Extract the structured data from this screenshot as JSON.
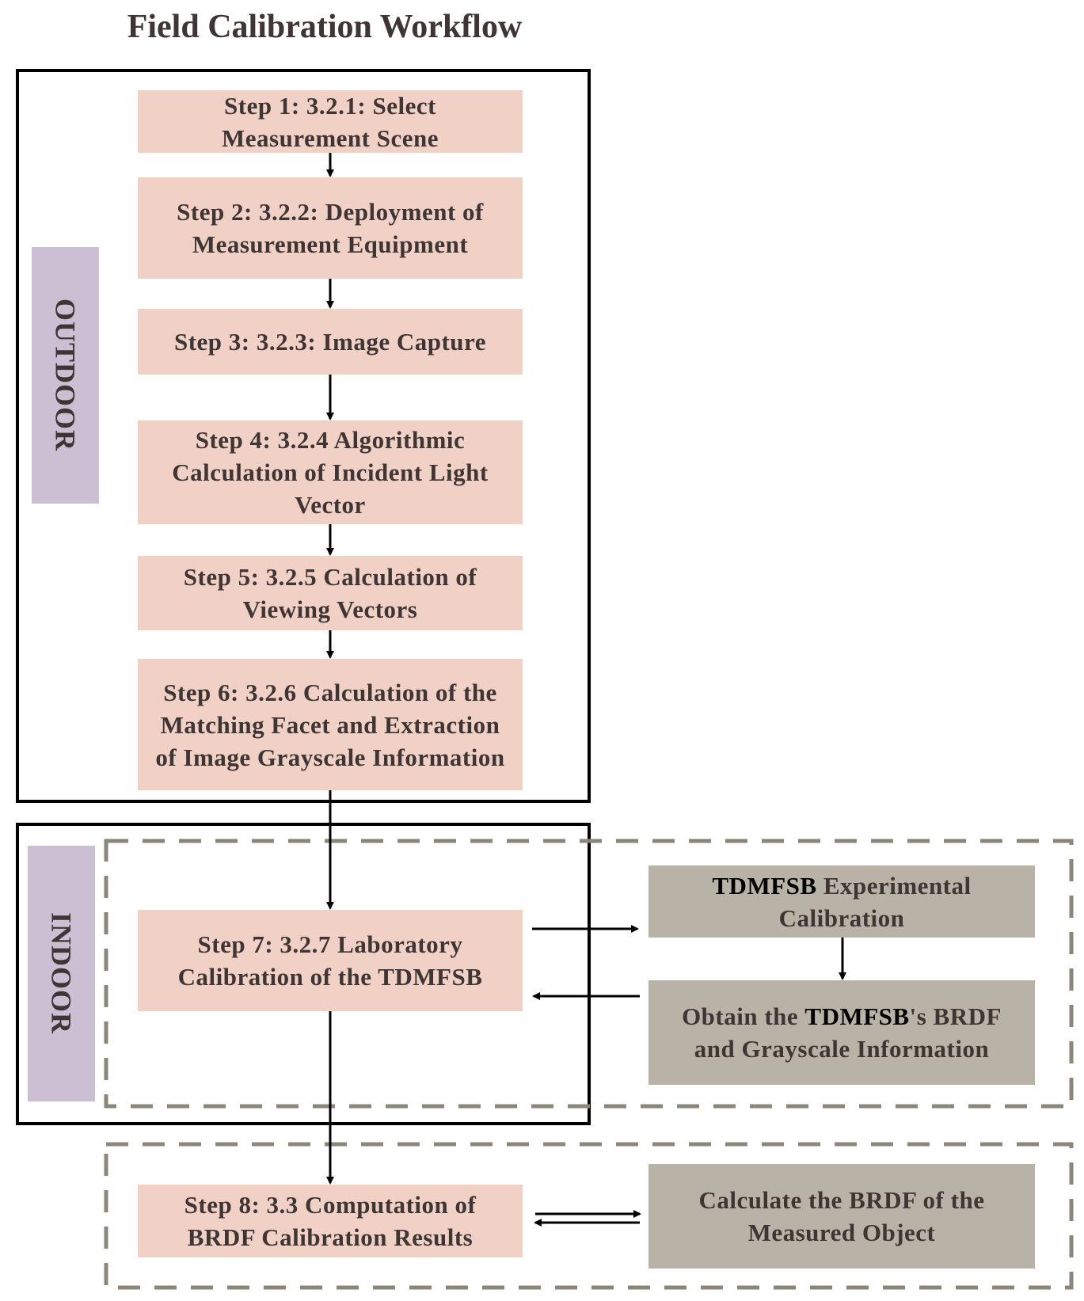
{
  "title": "Field Calibration Workflow",
  "outdoor_label": "OUTDOOR",
  "indoor_label": "INDOOR",
  "steps": [
    "Step 1: 3.2.1: Select Measurement Scene",
    "Step 2: 3.2.2: Deployment of Measurement Equipment",
    "Step 3: 3.2.3: Image Capture",
    "Step 4: 3.2.4 Algorithmic Calculation of Incident Light Vector",
    "Step 5: 3.2.5 Calculation of Viewing Vectors",
    "Step 6: 3.2.6 Calculation of the Matching Facet and Extraction of Image Grayscale Information",
    "Step 7: 3.2.7 Laboratory Calibration of the TDMFSB",
    "Step 8: 3.3 Computation of BRDF Calibration Results"
  ],
  "side_boxes": {
    "tdmfsb_cal_bold": "TDMFSB",
    "tdmfsb_cal_rest": " Experimental Calibration",
    "obtain_pre": "Obtain the ",
    "obtain_bold": "TDMFSB",
    "obtain_post": "'s BRDF and Grayscale Information",
    "calc_brdf": "Calculate the BRDF of the Measured Object"
  },
  "colors": {
    "step_fill": "#f1d0c5",
    "side_label_fill": "#cdbfd3",
    "gray_box_fill": "#b9b2a6",
    "dashed_border": "#8c857a",
    "text": "#3f3535"
  }
}
